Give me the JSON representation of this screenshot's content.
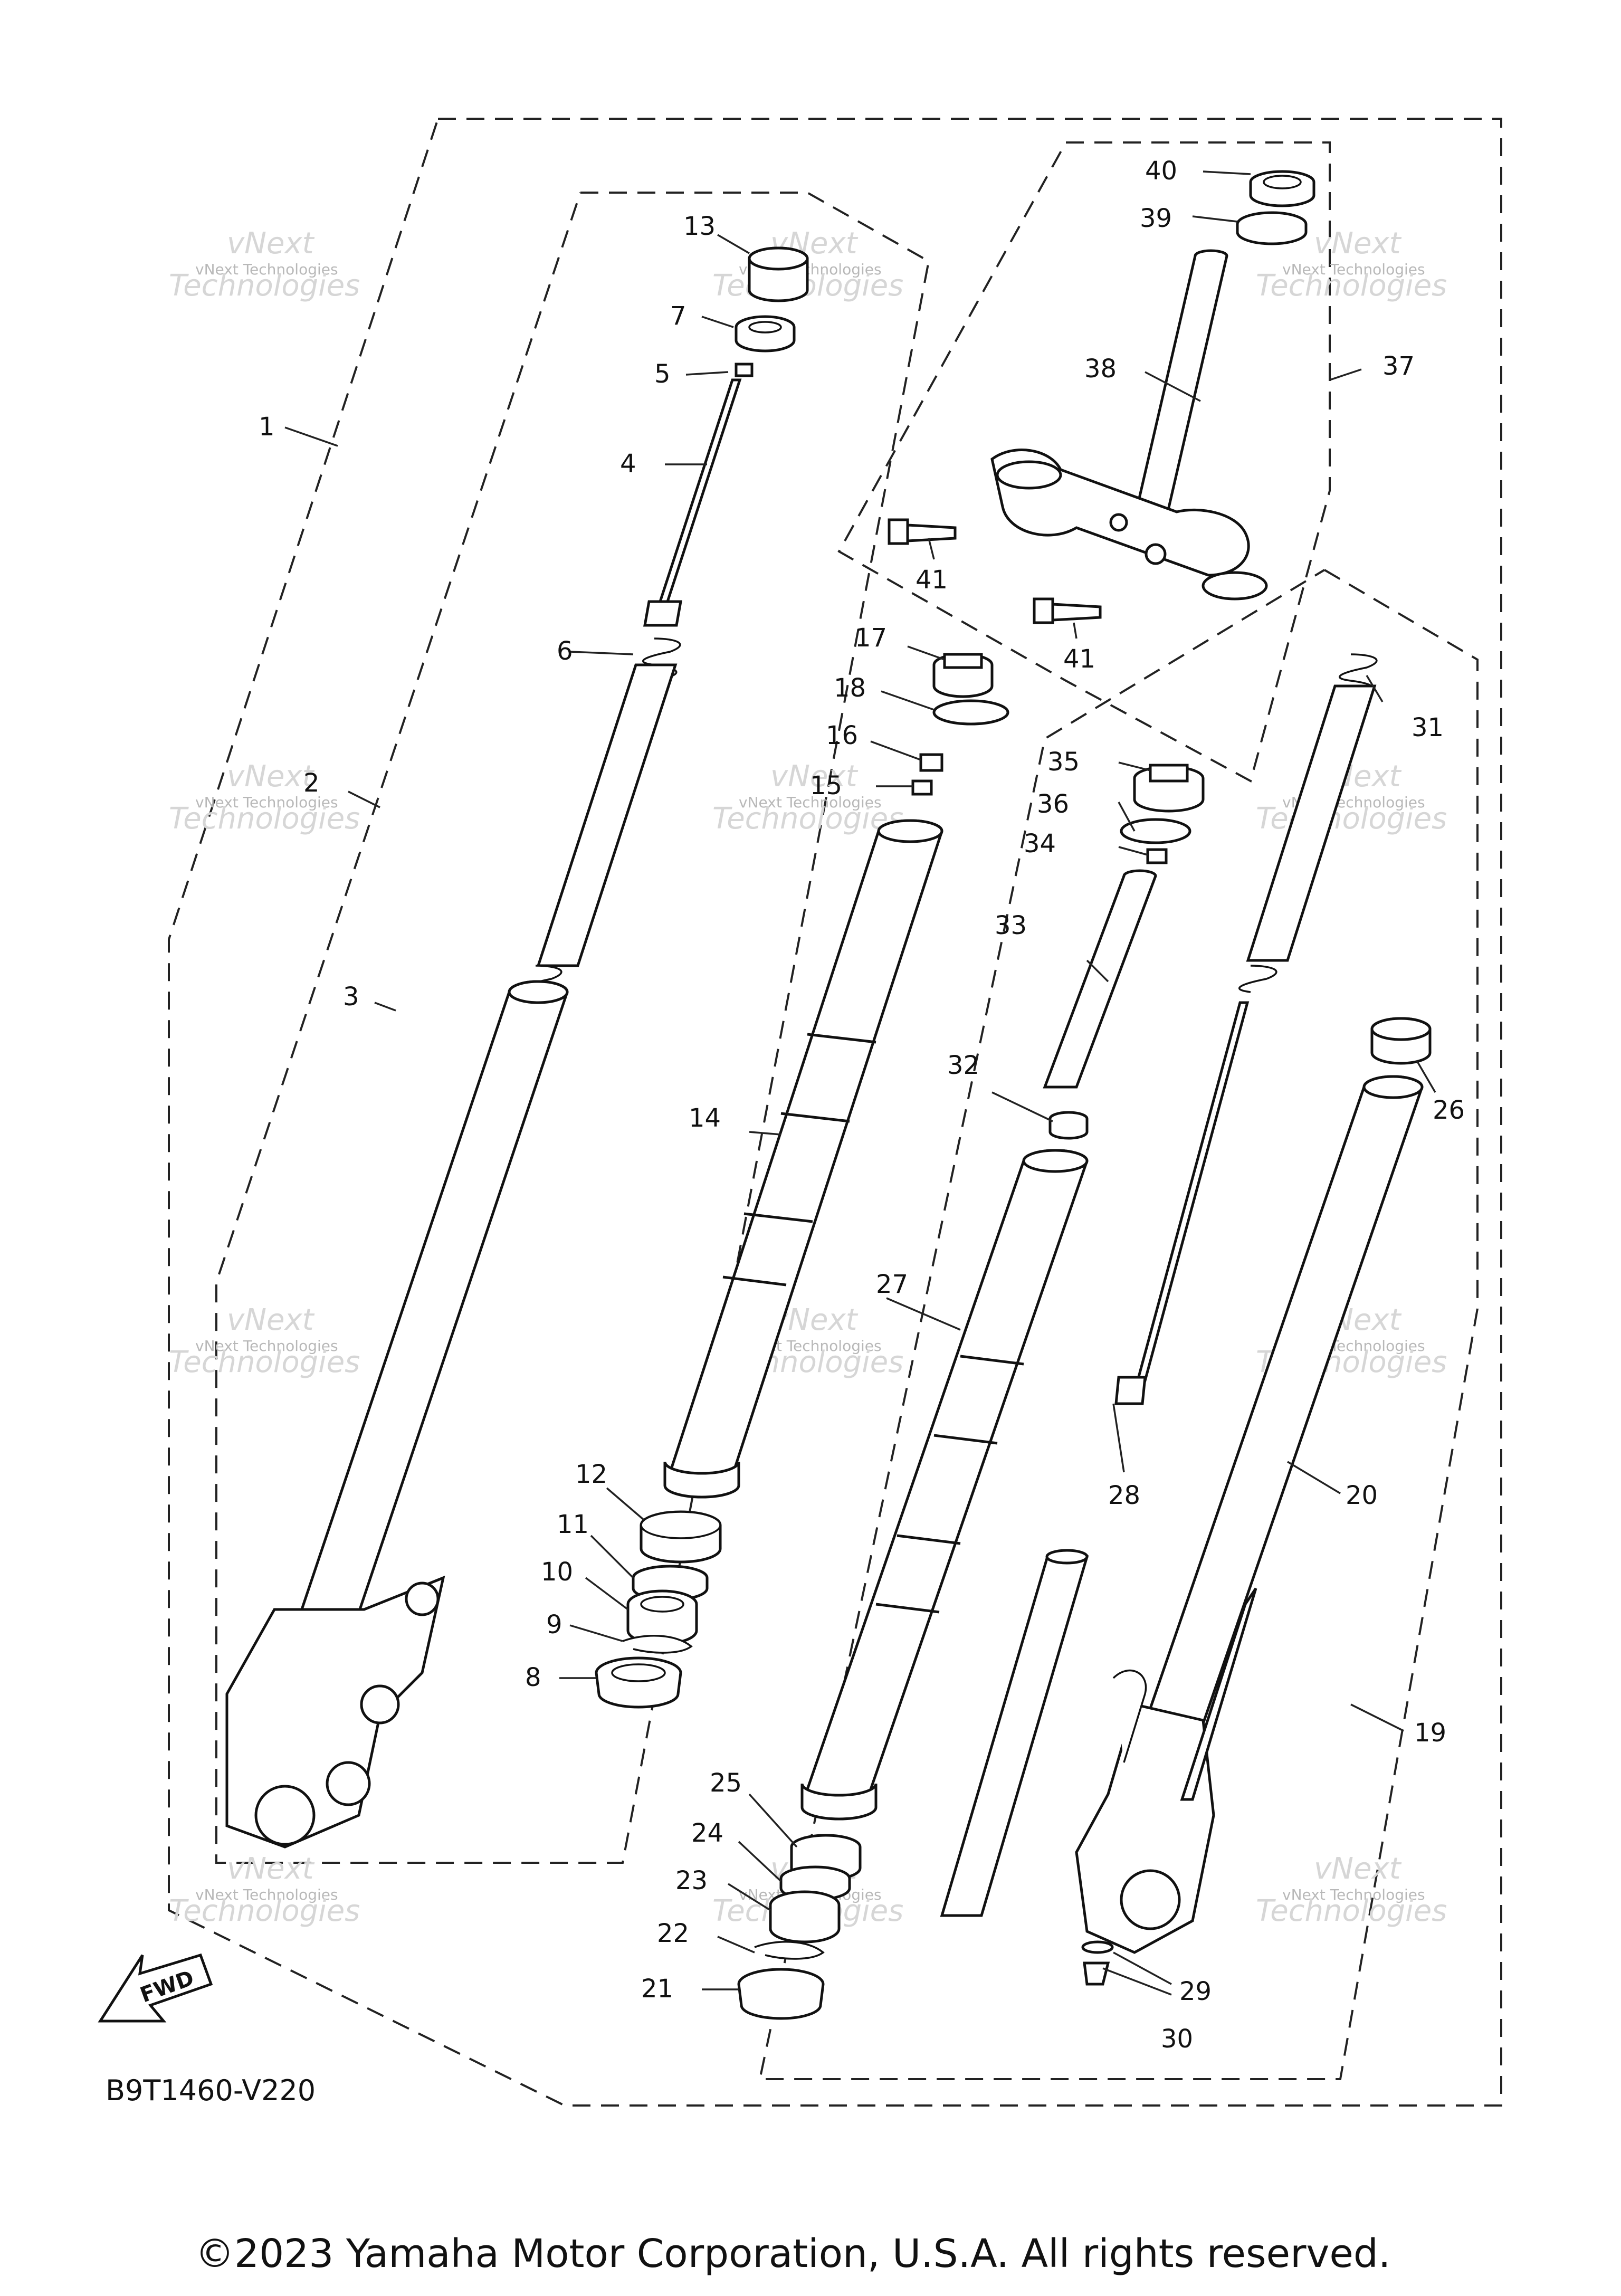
{
  "callouts": [
    "1",
    "2",
    "3",
    "4",
    "5",
    "6",
    "7",
    "8",
    "9",
    "10",
    "11",
    "12",
    "13",
    "14",
    "15",
    "16",
    "17",
    "18",
    "19",
    "20",
    "21",
    "22",
    "23",
    "24",
    "25",
    "26",
    "27",
    "28",
    "29",
    "30",
    "31",
    "32",
    "33",
    "34",
    "35",
    "36",
    "37",
    "38",
    "39",
    "40",
    "41",
    "41"
  ],
  "watermark": {
    "line1": "vNext Technologies",
    "big_top": "vNext",
    "big_bottom": "Technologies"
  },
  "fwd_label": "FWD",
  "diagram_code": "B9T1460-V220",
  "copyright": "©2023 Yamaha Motor Corporation, U.S.A. All rights reserved."
}
